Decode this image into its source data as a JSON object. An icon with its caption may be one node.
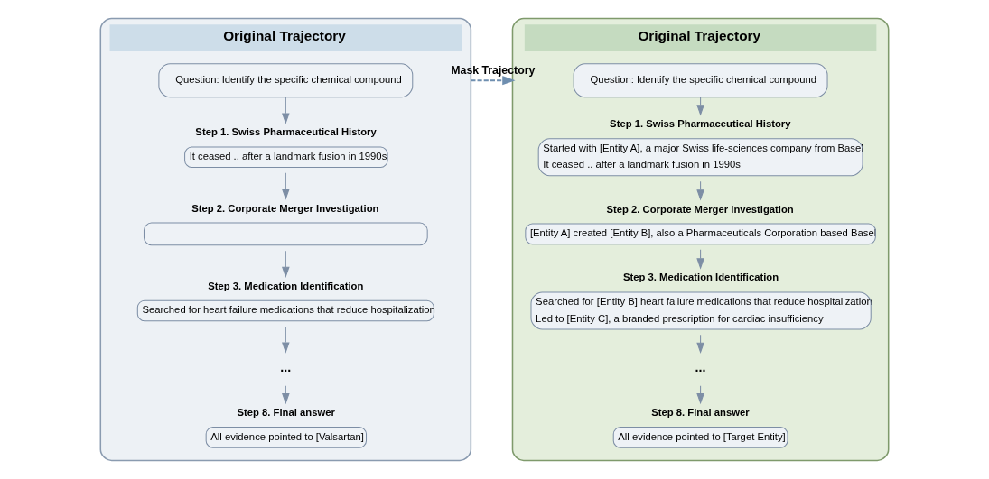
{
  "diagram": {
    "nodes": [
      {
        "text": [
          "Original Trajectory"
        ]
      },
      {
        "text": [
          "Question: Identify the specific chemical compound"
        ],
        "in": 0
      },
      {
        "text": [
          "Step 1. Swiss Pharmaceutical History",
          "It ceased .. after a landmark fusion in 1990s"
        ],
        "in": 0
      },
      {
        "text": [
          "Step 2. Corporate Merger Investigation"
        ],
        "in": 0
      },
      {
        "text": [
          "Step 3. Medication Identification",
          "Searched for heart failure medications that reduce hospitalization"
        ],
        "in": 0
      },
      {
        "text": [
          "..."
        ],
        "in": 0
      },
      {
        "text": [
          "Step 8. Final answer",
          "All evidence pointed to [Valsartan]"
        ],
        "in": 0
      },
      {
        "text": [
          "Original Trajectory"
        ]
      },
      {
        "text": [
          "Question: Identify the specific chemical compound"
        ],
        "in": 7
      },
      {
        "text": [
          "Step 1. Swiss Pharmaceutical History",
          "Started with [Entity A], a major Swiss life-sciences company from Basel",
          "It ceased .. after a landmark fusion in 1990s"
        ],
        "in": 7
      },
      {
        "text": [
          "Step 2. Corporate Merger Investigation",
          "[Entity A] created [Entity B], also a Pharmaceuticals Corporation based Basel"
        ],
        "in": 7
      },
      {
        "text": [
          "Step 3. Medication Identification",
          "Searched for [Entity B] heart failure medications that reduce hospitalization",
          "Led to [Entity C], a branded prescription for cardiac insufficiency"
        ],
        "in": 7
      },
      {
        "text": [
          "..."
        ],
        "in": 7
      },
      {
        "text": [
          "Step 8. Final answer",
          "All evidence pointed to [Target Entity]"
        ],
        "in": 7
      }
    ],
    "edges": [
      {
        "from": 1,
        "to": 2,
        "arrow": "to"
      },
      {
        "from": 2,
        "to": 3,
        "arrow": "to"
      },
      {
        "from": 3,
        "to": 4,
        "arrow": "to"
      },
      {
        "from": 4,
        "to": 5,
        "arrow": "to"
      },
      {
        "from": 5,
        "to": 6,
        "arrow": "to"
      },
      {
        "from": 8,
        "to": 9,
        "arrow": "to"
      },
      {
        "from": 9,
        "to": 10,
        "arrow": "to"
      },
      {
        "from": 10,
        "to": 11,
        "arrow": "to"
      },
      {
        "from": 11,
        "to": 12,
        "arrow": "to"
      },
      {
        "from": 12,
        "to": 13,
        "arrow": "to"
      },
      {
        "from": 0,
        "to": 7,
        "arrow": "to",
        "label": "Mask Trajectory",
        "style": "dashed"
      }
    ]
  }
}
